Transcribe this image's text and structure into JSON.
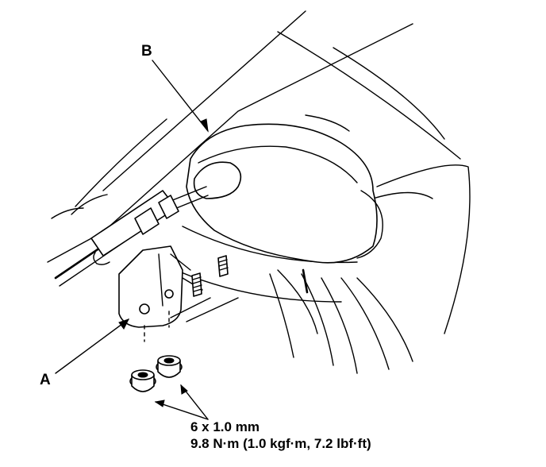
{
  "labels": {
    "a": "A",
    "b": "B"
  },
  "spec": {
    "size": "6 x 1.0 mm",
    "torque": "9.8 N·m (1.0 kgf·m, 7.2 lbf·ft)"
  }
}
